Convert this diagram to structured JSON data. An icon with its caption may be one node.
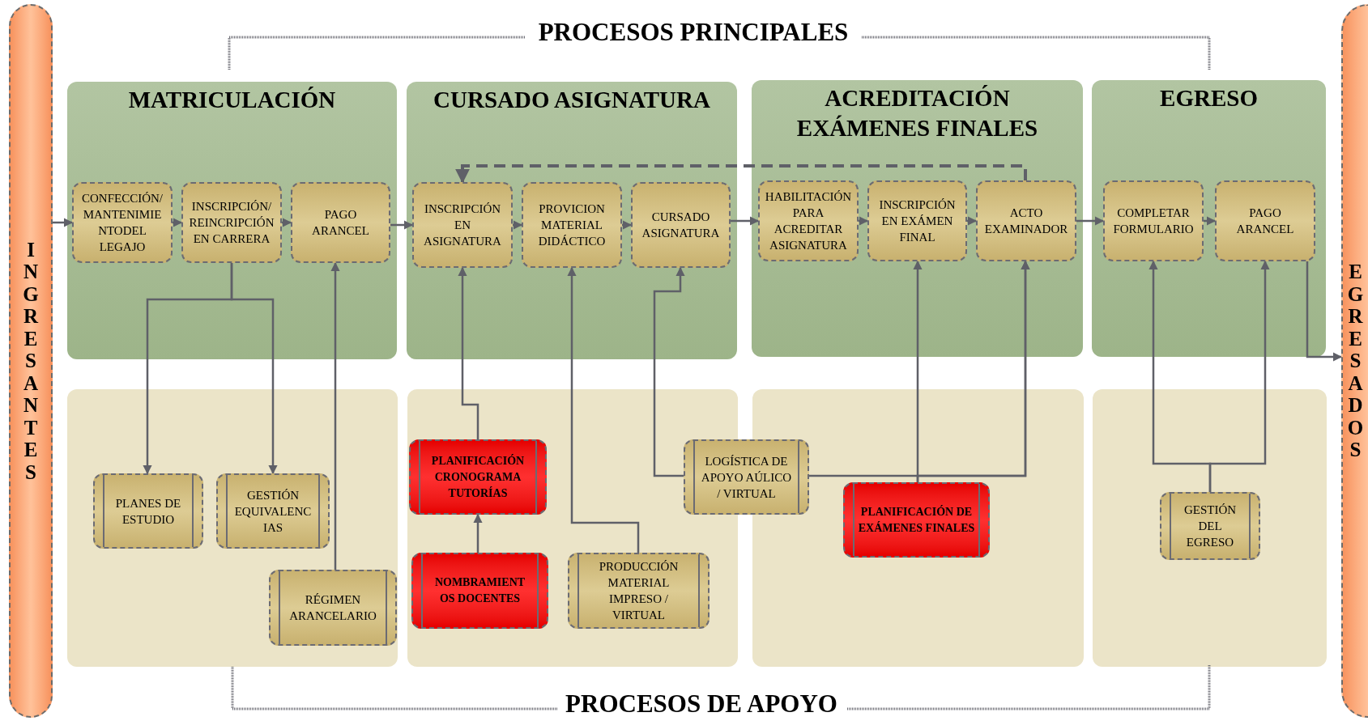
{
  "diagram": {
    "nodes": [
      {
        "text": [
          "INGRESANTES"
        ]
      },
      {
        "text": [
          "MATRICULACIÓN"
        ]
      },
      {
        "text": [
          "CONFECCIÓN/ MANTENIMIE NTODEL LEGAJO"
        ],
        "in": 1
      },
      {
        "text": [
          "INSCRIPCIÓN/ REINCRIPCIÓN EN CARRERA"
        ],
        "in": 1
      },
      {
        "text": [
          "PAGO ARANCEL"
        ],
        "in": 1
      },
      {
        "text": [
          "CURSADO ASIGNATURA"
        ]
      },
      {
        "text": [
          "INSCRIPCIÓN EN ASIGNATURA"
        ],
        "in": 5
      },
      {
        "text": [
          "PROVICION MATERIAL DIDÁCTICO"
        ],
        "in": 5
      },
      {
        "text": [
          "CURSADO ASIGNATURA"
        ],
        "in": 5
      },
      {
        "text": [
          "ACREDITACIÓN EXÁMENES FINALES"
        ]
      },
      {
        "text": [
          "HABILITACIÓN PARA ACREDITAR ASIGNATURA"
        ],
        "in": 9
      },
      {
        "text": [
          "INSCRIPCIÓN EN EXÁMEN FINAL"
        ],
        "in": 9
      },
      {
        "text": [
          "ACTO EXAMINADOR"
        ],
        "in": 9
      },
      {
        "text": [
          "EGRESO"
        ]
      },
      {
        "text": [
          "COMPLETAR FORMULARIO"
        ],
        "in": 13
      },
      {
        "text": [
          "PAGO ARANCEL"
        ],
        "in": 13
      },
      {
        "text": [
          "EGRESADOS"
        ]
      },
      {
        "text": [],
        "shape": "box"
      },
      {
        "text": [
          "PLANES DE ESTUDIO"
        ],
        "in": 17
      },
      {
        "text": [
          "GESTIÓN EQUIVALENC IAS"
        ],
        "in": 17
      },
      {
        "text": [
          "RÉGIMEN ARANCELARIO"
        ],
        "in": 17
      },
      {
        "text": [],
        "shape": "box"
      },
      {
        "text": [
          "PLANIFICACIÓN CRONOGRAMA TUTORÍAS"
        ],
        "in": 21
      },
      {
        "text": [
          "NOMBRAMIENT OS DOCENTES"
        ],
        "in": 21
      },
      {
        "text": [
          "PRODUCCIÓN MATERIAL IMPRESO / VIRTUAL"
        ],
        "in": 21
      },
      {
        "text": [
          "LOGÍSTICA DE APOYO AÚLICO / VIRTUAL"
        ]
      },
      {
        "text": [],
        "shape": "box"
      },
      {
        "text": [
          "PLANIFICACIÓN DE EXÁMENES FINALES"
        ],
        "in": 26
      },
      {
        "text": [],
        "shape": "box"
      },
      {
        "text": [
          "GESTIÓN DEL EGRESO"
        ],
        "in": 28
      }
    ],
    "edges": [
      {
        "from": 0,
        "to": 2,
        "arrow": "to"
      },
      {
        "from": 2,
        "to": 3,
        "arrow": "to"
      },
      {
        "from": 3,
        "to": 4,
        "arrow": "to"
      },
      {
        "from": 4,
        "to": 6,
        "arrow": "to"
      },
      {
        "from": 6,
        "to": 7,
        "arrow": "to"
      },
      {
        "from": 7,
        "to": 8,
        "arrow": "to"
      },
      {
        "from": 8,
        "to": 10,
        "arrow": "to"
      },
      {
        "from": 10,
        "to": 11,
        "arrow": "to"
      },
      {
        "from": 11,
        "to": 12,
        "arrow": "to"
      },
      {
        "from": 12,
        "to": 14,
        "arrow": "to"
      },
      {
        "from": 14,
        "to": 15,
        "arrow": "to"
      },
      {
        "from": 15,
        "to": 16,
        "arrow": "to"
      },
      {
        "from": 12,
        "to": 6,
        "arrow": "to",
        "style": "dashed"
      },
      {
        "from": 3,
        "to": 18,
        "arrow": "to"
      },
      {
        "from": 3,
        "to": 19,
        "arrow": "to"
      },
      {
        "from": 20,
        "to": 4,
        "arrow": "to"
      },
      {
        "from": 22,
        "to": 6,
        "arrow": "to"
      },
      {
        "from": 23,
        "to": 22,
        "arrow": "to"
      },
      {
        "from": 24,
        "to": 7,
        "arrow": "to"
      },
      {
        "from": 25,
        "to": 8,
        "arrow": "to"
      },
      {
        "from": 25,
        "to": 12,
        "arrow": "to"
      },
      {
        "from": 27,
        "to": 11,
        "arrow": "to"
      },
      {
        "from": 27,
        "to": 12,
        "arrow": "to"
      },
      {
        "from": 29,
        "to": 14,
        "arrow": "to"
      },
      {
        "from": 29,
        "to": 15,
        "arrow": "to"
      }
    ],
    "labels": [
      "PROCESOS PRINCIPALES",
      "PROCESOS DE APOYO"
    ]
  }
}
